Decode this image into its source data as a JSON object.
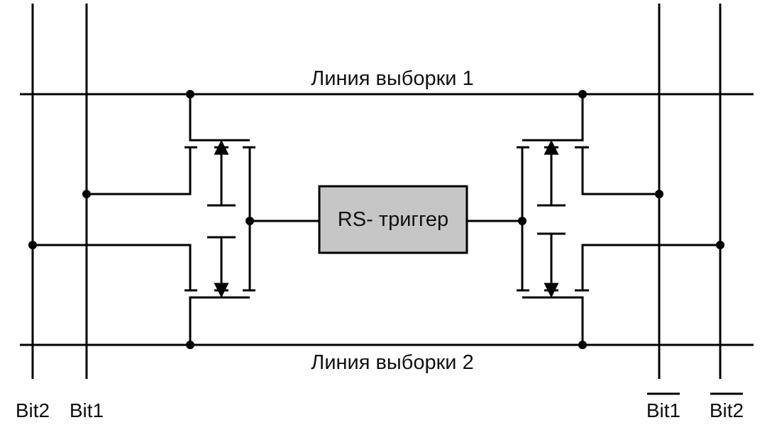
{
  "diagram": {
    "select_line_1": "Линия выборки 1",
    "select_line_2": "Линия выборки 2",
    "trigger_label": "RS- триггер",
    "bit_labels": {
      "bit2": "Bit2",
      "bit1": "Bit1",
      "bit1_bar": "Bit1",
      "bit2_bar": "Bit2"
    }
  },
  "colors": {
    "wire": "#000000",
    "trigger_fill": "#c6c6c6",
    "background": "#ffffff"
  }
}
